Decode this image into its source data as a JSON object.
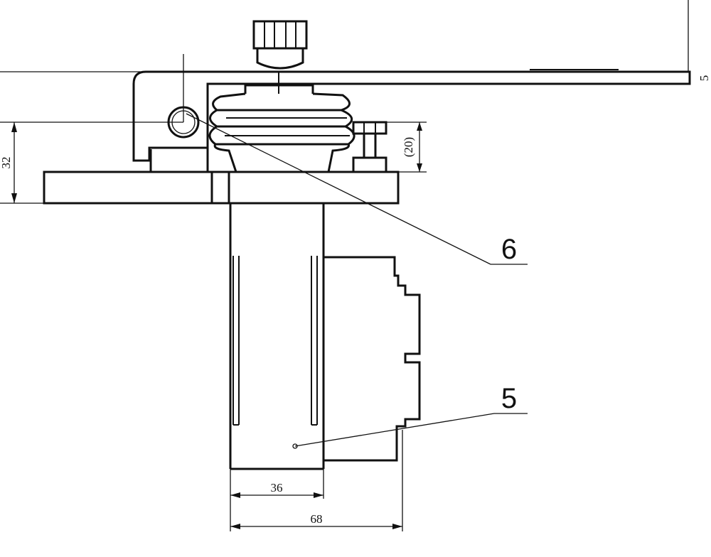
{
  "dimensions": {
    "height_left": "32",
    "spring_gap": "(20)",
    "inner_width": "36",
    "overall_width": "68",
    "edge_mark": "5"
  },
  "callouts": {
    "part_6": "6",
    "part_5": "5"
  }
}
